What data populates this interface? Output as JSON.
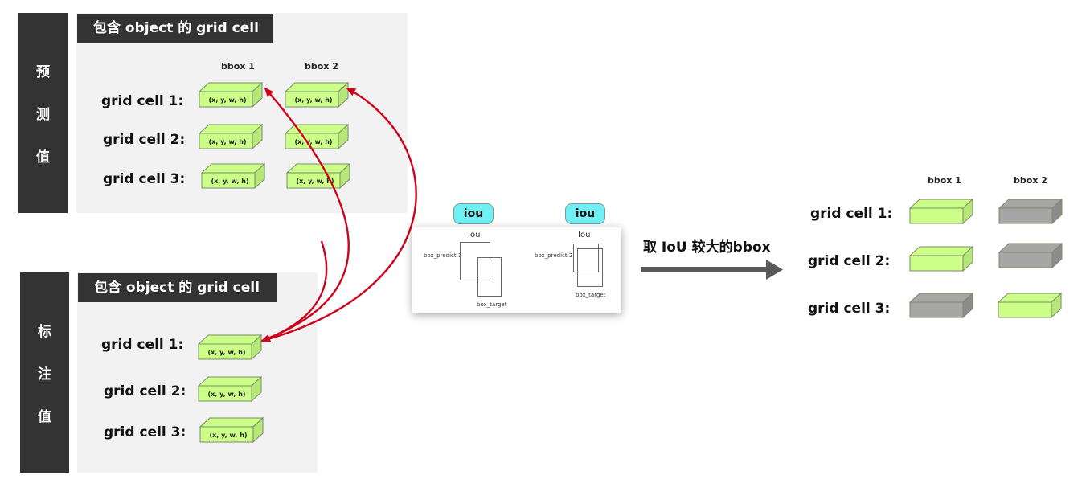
{
  "predicted": {
    "side_label": [
      "预",
      "测",
      "值"
    ],
    "title": "包含 object 的 grid cell",
    "columns": [
      "bbox 1",
      "bbox 2"
    ],
    "rows": [
      {
        "label": "grid cell 1:",
        "boxes": [
          "(x, y, w, h)",
          "(x, y, w, h)"
        ]
      },
      {
        "label": "grid cell 2:",
        "boxes": [
          "(x, y, w, h)",
          "(x, y, w, h)"
        ]
      },
      {
        "label": "grid cell 3:",
        "boxes": [
          "(x, y, w, h)",
          "(x, y, w, h)"
        ]
      }
    ]
  },
  "labeled": {
    "side_label": [
      "标",
      "注",
      "值"
    ],
    "title": "包含 object 的 grid cell",
    "rows": [
      {
        "label": "grid cell 1:",
        "box": "(x, y, w, h)"
      },
      {
        "label": "grid cell 2:",
        "box": "(x, y, w, h)"
      },
      {
        "label": "grid cell 3:",
        "box": "(x, y, w, h)"
      }
    ]
  },
  "iou": {
    "badges": [
      "iou",
      "iou"
    ],
    "panels": [
      {
        "title": "Iou",
        "predict_label": "box_predict 1",
        "target_label": "box_target"
      },
      {
        "title": "Iou",
        "predict_label": "box_predict 2",
        "target_label": "box_target"
      }
    ]
  },
  "arrow_label": "取 IoU 较大的bbox",
  "result": {
    "columns": [
      "bbox 1",
      "bbox 2"
    ],
    "rows": [
      {
        "label": "grid cell 1:",
        "selected": 0
      },
      {
        "label": "grid cell 2:",
        "selected": 0
      },
      {
        "label": "grid cell 3:",
        "selected": 1
      }
    ]
  },
  "colors": {
    "dark": "#333333",
    "panel": "#f2f2f2",
    "box_green": "#ccff88",
    "box_gray": "#a6a6a6",
    "arrow_red": "#d0021b",
    "badge_cyan": "#6ff0f4"
  }
}
